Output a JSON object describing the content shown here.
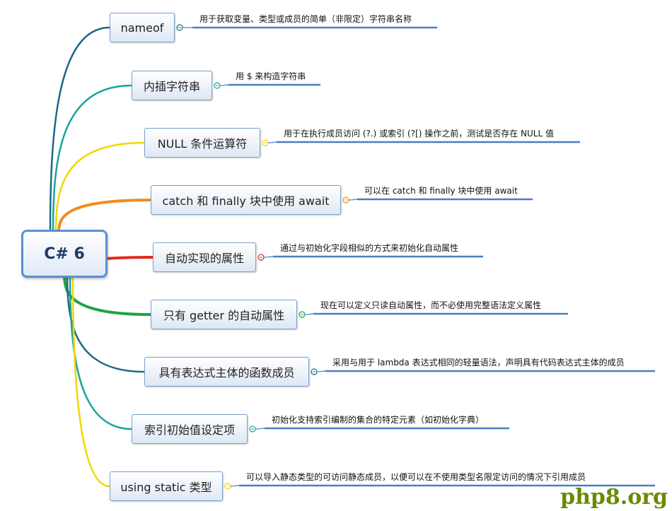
{
  "root": {
    "label": "C# 6"
  },
  "topics": [
    {
      "label": "nameof",
      "description": "用于获取变量、类型或成员的简单（非限定）字符串名称",
      "color": "#1c6a87"
    },
    {
      "label": "内插字符串",
      "description": "用 $ 来构造字符串",
      "color": "#1ba39c"
    },
    {
      "label": "NULL 条件运算符",
      "description": "用于在执行成员访问 (?.) 或索引 (?[) 操作之前，测试是否存在 NULL 值",
      "color": "#f2d600"
    },
    {
      "label": "catch 和 finally 块中使用 await",
      "description": "可以在 catch 和 finally 块中使用 await",
      "color": "#f28c1c"
    },
    {
      "label": "自动实现的属性",
      "description": "通过与初始化字段相似的方式来初始化自动属性",
      "color": "#e02b1c"
    },
    {
      "label": "只有 getter 的自动属性",
      "description": "现在可以定义只读自动属性，而不必使用完整语法定义属性",
      "color": "#1aa640"
    },
    {
      "label": "具有表达式主体的函数成员",
      "description": "采用与用于 lambda 表达式相同的轻量语法，声明具有代码表达式主体的成员",
      "color": "#1c6a87"
    },
    {
      "label": "索引初始值设定项",
      "description": "初始化支持索引编制的集合的特定元素（如初始化字典）",
      "color": "#1ba39c"
    },
    {
      "label": "using static 类型",
      "description": "可以导入静态类型的可访问静态成员，以便可以在不使用类型名限定访问的情况下引用成员",
      "color": "#f2d600"
    }
  ],
  "watermark": "php8.org",
  "colors": {
    "desc_line": "#4a7fc0",
    "node_border": "#7aa0cc",
    "root_border": "#5b8fd0"
  }
}
